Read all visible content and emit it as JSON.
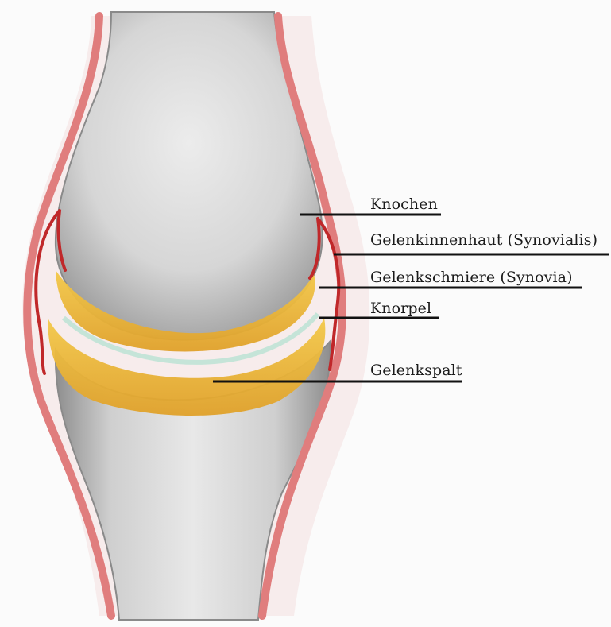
{
  "labels": {
    "knochen": "Knochen",
    "gelenkinnenhaut": "Gelenkinnenhaut (Synovialis)",
    "gelenkschmiere": "Gelenkschmiere (Synovia)",
    "knorpel": "Knorpel",
    "gelenkspalt": "Gelenkspalt"
  },
  "colors": {
    "bone": "#d9d9d9",
    "bone_shadow": "#9a9a9a",
    "synovial_membrane": "#c0282a",
    "capsule": "#e58a8a",
    "cartilage": "#e8b234",
    "synovia": "#f1e07a",
    "joint_space": "#bfe3d6"
  }
}
